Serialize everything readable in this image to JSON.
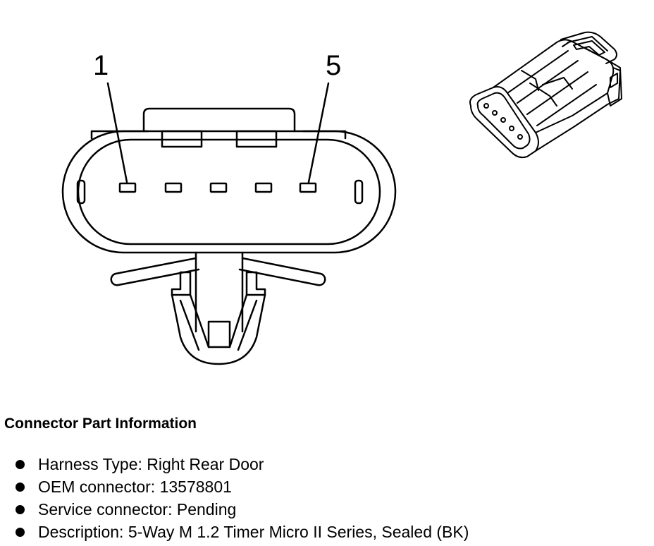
{
  "diagram": {
    "pin_labels": {
      "first": "1",
      "last": "5"
    },
    "icons": {
      "connector_face": "connector-face-diagram",
      "connector_iso": "connector-isometric-view"
    }
  },
  "info": {
    "title": "Connector Part Information",
    "items": [
      {
        "label": "Harness Type",
        "value": "Right Rear Door"
      },
      {
        "label": "OEM connector",
        "value": "13578801"
      },
      {
        "label": "Service connector",
        "value": "Pending"
      },
      {
        "label": "Description",
        "value": "5-Way M 1.2 Timer Micro II Series, Sealed (BK)"
      }
    ]
  },
  "colors": {
    "line": "#000000",
    "background": "#ffffff"
  }
}
